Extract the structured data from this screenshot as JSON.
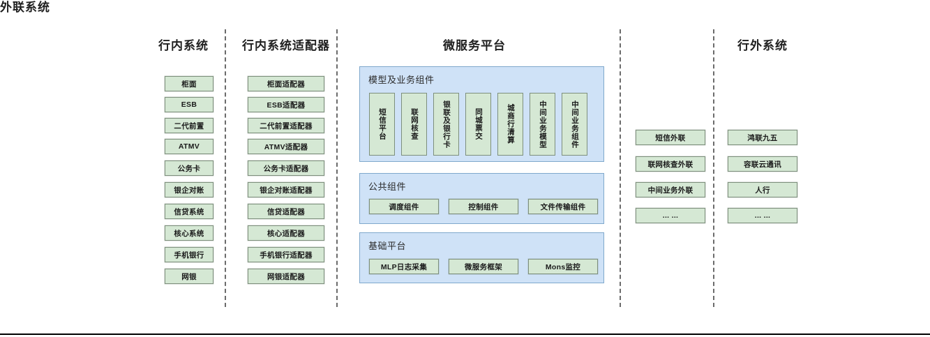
{
  "diagram": {
    "colors": {
      "node_fill": "#d5e8d4",
      "node_border": "#7d8f7c",
      "panel_fill": "#cfe2f7",
      "panel_border": "#7fa8cc",
      "divider": "#6b6b6b",
      "text": "#1a1a1a"
    },
    "columns": [
      {
        "id": "inner-systems",
        "title": "行内系统",
        "nodes": [
          "柜面",
          "ESB",
          "二代前置",
          "ATMV",
          "公务卡",
          "银企对账",
          "信贷系统",
          "核心系统",
          "手机银行",
          "网银"
        ]
      },
      {
        "id": "inner-system-adapters",
        "title": "行内系统适配器",
        "nodes": [
          "柜面适配器",
          "ESB适配器",
          "二代前置适配器",
          "ATMV适配器",
          "公务卡适配器",
          "银企对账适配器",
          "信贷适配器",
          "核心适配器",
          "手机银行适配器",
          "网银适配器"
        ]
      },
      {
        "id": "microservice-platform",
        "title": "微服务平台",
        "panels": [
          {
            "id": "model-business-components",
            "title": "模型及业务组件",
            "orientation": "vertical",
            "nodes": [
              "短信平台",
              "联网核查",
              "银联及银行卡",
              "同城票交",
              "城商行清算",
              "中间业务模型",
              "中间业务组件"
            ]
          },
          {
            "id": "public-components",
            "title": "公共组件",
            "orientation": "horizontal",
            "nodes": [
              "调度组件",
              "控制组件",
              "文件传输组件"
            ]
          },
          {
            "id": "base-platform",
            "title": "基础平台",
            "orientation": "horizontal",
            "nodes": [
              "MLP日志采集",
              "微服务框架",
              "Mons监控"
            ]
          }
        ]
      },
      {
        "id": "external-link-systems",
        "title": "外联系统",
        "nodes": [
          "短信外联",
          "联网核查外联",
          "中间业务外联",
          "... ..."
        ]
      },
      {
        "id": "outside-bank-systems",
        "title": "行外系统",
        "nodes": [
          "鸿联九五",
          "容联云通讯",
          "人行",
          "... ..."
        ]
      }
    ]
  }
}
